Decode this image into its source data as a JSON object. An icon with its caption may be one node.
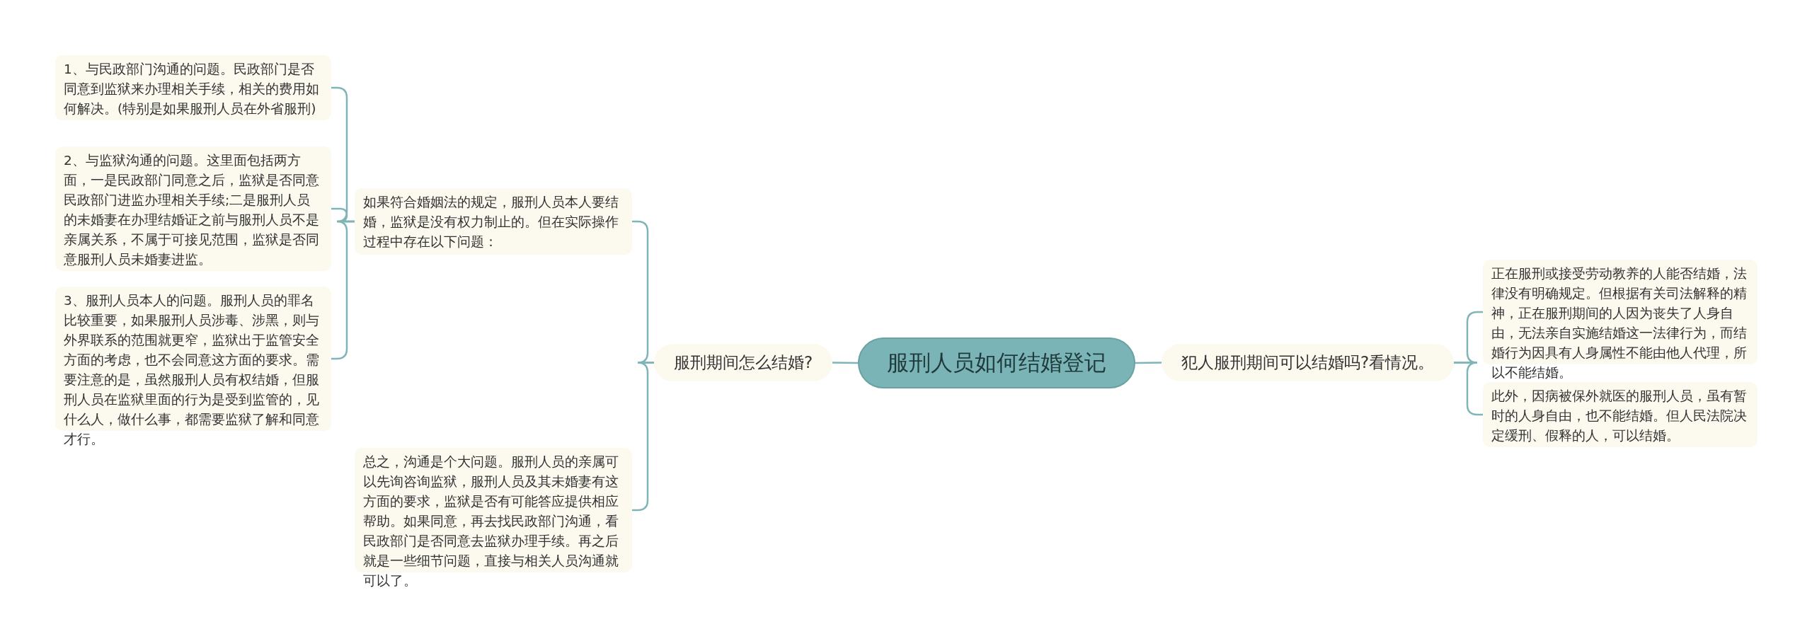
{
  "diagram": {
    "nodes": [
      {
        "text": [
          "服刑人员如何结婚登记"
        ]
      },
      {
        "text": [
          "服刑期间怎么结婚?"
        ]
      },
      {
        "text": [
          "如果符合婚姻法的规定，服刑人员本人要结婚，监狱是没有权力制止的。但在实际操作过程中存在以下问题："
        ]
      },
      {
        "text": [
          "1、与民政部门沟通的问题。民政部门是否同意到监狱来办理相关手续，相关的费用如何解决。(特别是如果服刑人员在外省服刑)"
        ]
      },
      {
        "text": [
          "2、与监狱沟通的问题。这里面包括两方面，一是民政部门同意之后，监狱是否同意民政部门进监办理相关手续;二是服刑人员的未婚妻在办理结婚证之前与服刑人员不是亲属关系，不属于可接见范围，监狱是否同意服刑人员未婚妻进监。"
        ]
      },
      {
        "text": [
          "3、服刑人员本人的问题。服刑人员的罪名比较重要，如果服刑人员涉毒、涉黑，则与外界联系的范围就更窄，监狱出于监管安全方面的考虑，也不会同意这方面的要求。需要注意的是，虽然服刑人员有权结婚，但服刑人员在监狱里面的行为是受到监管的，见什么人，做什么事，都需要监狱了解和同意才行。"
        ]
      },
      {
        "text": [
          "总之，沟通是个大问题。服刑人员的亲属可以先询咨询监狱，服刑人员及其未婚妻有这方面的要求，监狱是否有可能答应提供相应帮助。如果同意，再去找民政部门沟通，看民政部门是否同意去监狱办理手续。再之后就是一些细节问题，直接与相关人员沟通就可以了。"
        ]
      },
      {
        "text": [
          "犯人服刑期间可以结婚吗?看情况。"
        ]
      },
      {
        "text": [
          "正在服刑或接受劳动教养的人能否结婚，法律没有明确规定。但根据有关司法解释的精神，正在服刑期间的人因为丧失了人身自由，无法亲自实施结婚这一法律行为，而结婚行为因具有人身属性不能由他人代理，所以不能结婚。"
        ]
      },
      {
        "text": [
          "此外，因病被保外就医的服刑人员，虽有暂时的人身自由，也不能结婚。但人民法院决定缓刑、假释的人，可以结婚。"
        ]
      }
    ],
    "edges": [
      {
        "from": 0,
        "to": 1,
        "arrow": "none"
      },
      {
        "from": 1,
        "to": 2,
        "arrow": "none"
      },
      {
        "from": 2,
        "to": 3,
        "arrow": "none"
      },
      {
        "from": 2,
        "to": 4,
        "arrow": "none"
      },
      {
        "from": 2,
        "to": 5,
        "arrow": "none"
      },
      {
        "from": 1,
        "to": 6,
        "arrow": "none"
      },
      {
        "from": 0,
        "to": 7,
        "arrow": "none"
      },
      {
        "from": 7,
        "to": 8,
        "arrow": "none"
      },
      {
        "from": 7,
        "to": 9,
        "arrow": "none"
      }
    ]
  }
}
